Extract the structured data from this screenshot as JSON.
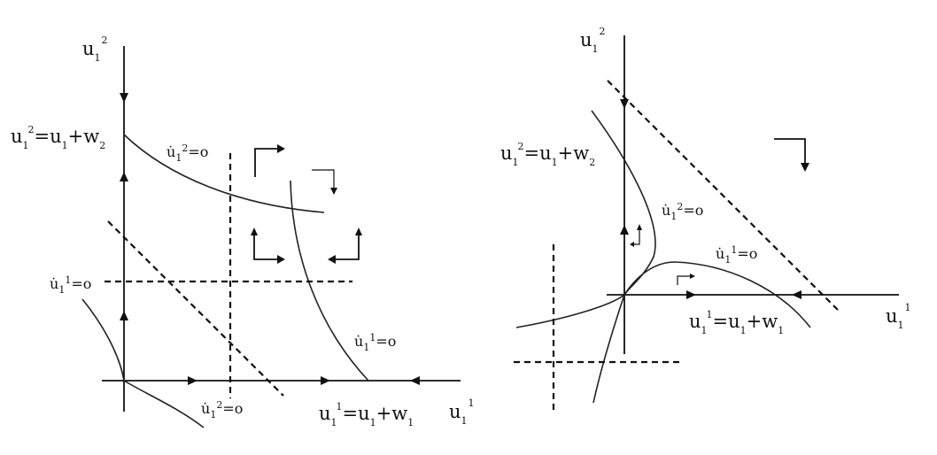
{
  "left_panel": {
    "y_axis": {
      "base": "u",
      "sub": "1",
      "sup": "2"
    },
    "x_axis": {
      "base": "u",
      "sub": "1",
      "sup": "1"
    },
    "y_intercept": {
      "lhs_base": "u",
      "lhs_sub": "1",
      "lhs_sup": "2",
      "rhs1_base": "=u",
      "rhs1_sub": "1",
      "rhs2_base": "+w",
      "rhs2_sub": "2"
    },
    "x_intercept": {
      "lhs_base": "u",
      "lhs_sub": "1",
      "lhs_sup": "1",
      "rhs1_base": "=u",
      "rhs1_sub": "1",
      "rhs2_base": "+w",
      "rhs2_sub": "1"
    },
    "nullcline_u2_top": {
      "base": "u̇",
      "sub": "1",
      "sup": "2",
      "rest": "=o"
    },
    "nullcline_u1_left": {
      "base": "u̇",
      "sub": "1",
      "sup": "1",
      "rest": "=o"
    },
    "nullcline_u1_right": {
      "base": "u̇",
      "sub": "1",
      "sup": "1",
      "rest": "=o"
    },
    "nullcline_u2_bottom": {
      "base": "u̇",
      "sub": "1",
      "sup": "2",
      "rest": "=o"
    }
  },
  "right_panel": {
    "y_axis": {
      "base": "u",
      "sub": "1",
      "sup": "2"
    },
    "x_axis": {
      "base": "u",
      "sub": "1",
      "sup": "1"
    },
    "y_intercept": {
      "lhs_base": "u",
      "lhs_sub": "1",
      "lhs_sup": "2",
      "rhs1_base": "=u",
      "rhs1_sub": "1",
      "rhs2_base": "+w",
      "rhs2_sub": "2"
    },
    "x_intercept": {
      "lhs_base": "u",
      "lhs_sub": "1",
      "lhs_sup": "1",
      "rhs1_base": "=u",
      "rhs1_sub": "1",
      "rhs2_base": "+w",
      "rhs2_sub": "1"
    },
    "nullcline_u2": {
      "base": "u̇",
      "sub": "1",
      "sup": "2",
      "rest": "=o"
    },
    "nullcline_u1": {
      "base": "u̇",
      "sub": "1",
      "sup": "1",
      "rest": "=o"
    }
  }
}
